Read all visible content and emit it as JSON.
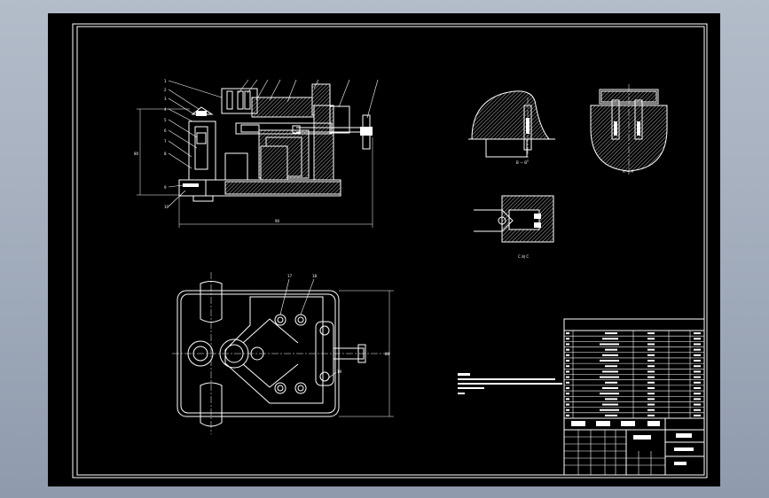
{
  "window": {
    "background": "#a6b0bf",
    "canvas_color": "#000000",
    "line_color": "#ffffff"
  },
  "drawing": {
    "views": [
      {
        "name": "front-section-view"
      },
      {
        "name": "section-b-b"
      },
      {
        "name": "section-a-a"
      },
      {
        "name": "view-c"
      },
      {
        "name": "top-view"
      }
    ],
    "title_block": {
      "row_count": 16
    }
  }
}
